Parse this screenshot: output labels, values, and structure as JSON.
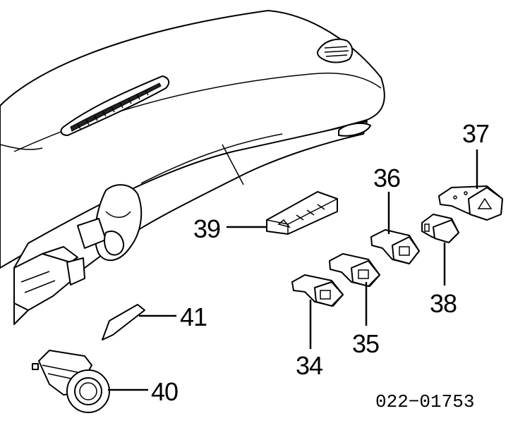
{
  "callouts": {
    "c34": "34",
    "c35": "35",
    "c36": "36",
    "c37": "37",
    "c38": "38",
    "c39": "39",
    "c40": "40",
    "c41": "41"
  },
  "diagram_code": "022−01753"
}
